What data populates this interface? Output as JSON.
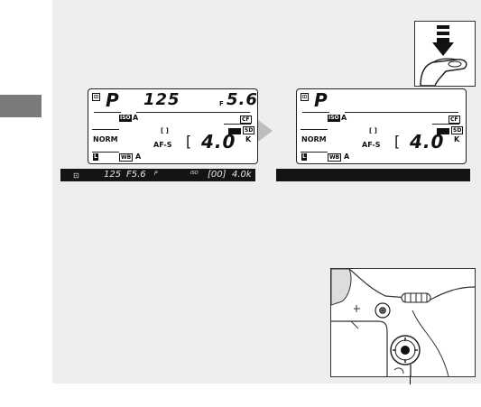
{
  "lcd_left": {
    "mode": "P",
    "shutter": "125",
    "f_prefix": "F",
    "aperture": "5.6",
    "quality": "NORM",
    "af_mode": "AF-S",
    "af_area_icon": "[ ]",
    "remaining": "4.0",
    "k_suffix": "K",
    "card_sd": "SD",
    "card_cf": "CF",
    "wb_label": "WB",
    "wb_value": "A",
    "iso_label": "ISO",
    "iso_value": "A",
    "size": "L"
  },
  "lcd_right": {
    "mode": "P",
    "quality": "NORM",
    "af_mode": "AF-S",
    "af_area_icon": "[ ]",
    "remaining": "4.0",
    "k_suffix": "K",
    "card_sd": "SD",
    "card_cf": "CF",
    "wb_label": "WB",
    "wb_value": "A",
    "iso_label": "ISO",
    "iso_value": "A",
    "size": "L"
  },
  "viewfinder_left": {
    "shutter": "125",
    "aperture": "F5.6",
    "mode": "P",
    "iso": "ISO",
    "frames": "[00]",
    "remaining": "4.0k"
  },
  "icons": {
    "shutter_press": "finger-pressing-shutter-icon",
    "transition": "right-arrow-icon",
    "camera_back": "camera-back-multi-selector-icon",
    "metering": "matrix-metering-icon"
  },
  "colors": {
    "page_bg": "#eeeeee",
    "tab": "#7a7a7a",
    "lcd_border": "#222222",
    "viewfinder_bar": "#141414",
    "arrow": "#bdbdbd"
  }
}
